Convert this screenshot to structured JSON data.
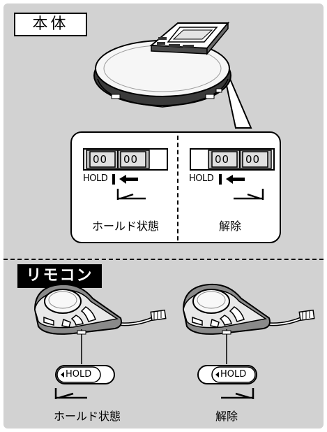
{
  "main_unit": {
    "label": "本体"
  },
  "remote": {
    "label": "リモコン"
  },
  "switch_panel": {
    "hold_mark": "HOLD",
    "left": {
      "caption": "ホールド状態",
      "segment_1": "00",
      "segment_2": "00"
    },
    "right": {
      "caption": "解除",
      "segment_1": "00",
      "segment_2": "00"
    }
  },
  "remote_switches": {
    "left": {
      "switch_label": "HOLD",
      "caption": "ホールド状態"
    },
    "right": {
      "switch_label": "HOLD",
      "caption": "解除"
    }
  }
}
